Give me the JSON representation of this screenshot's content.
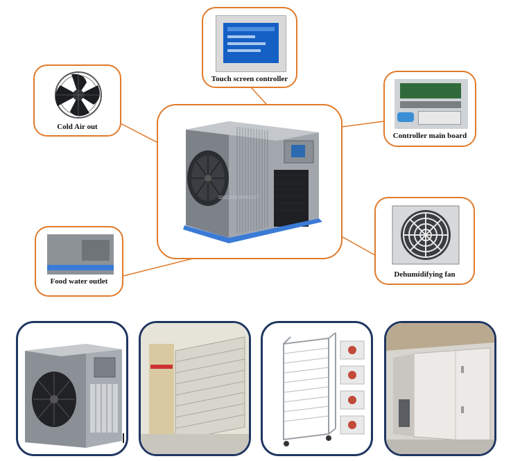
{
  "callouts": {
    "touch_screen": "Touch screen controller",
    "cold_air": "Cold Air out",
    "main_board": "Controller main board",
    "food_water": "Food water outlet",
    "dehumidifying": "Dehumidifying fan"
  },
  "brand_watermark": "GUOXIN ENERGY",
  "colors": {
    "callout_border": "#e07a2a",
    "card_border": "#1f3660",
    "machine_body": "#8f949a",
    "machine_base": "#3b7bd6"
  }
}
